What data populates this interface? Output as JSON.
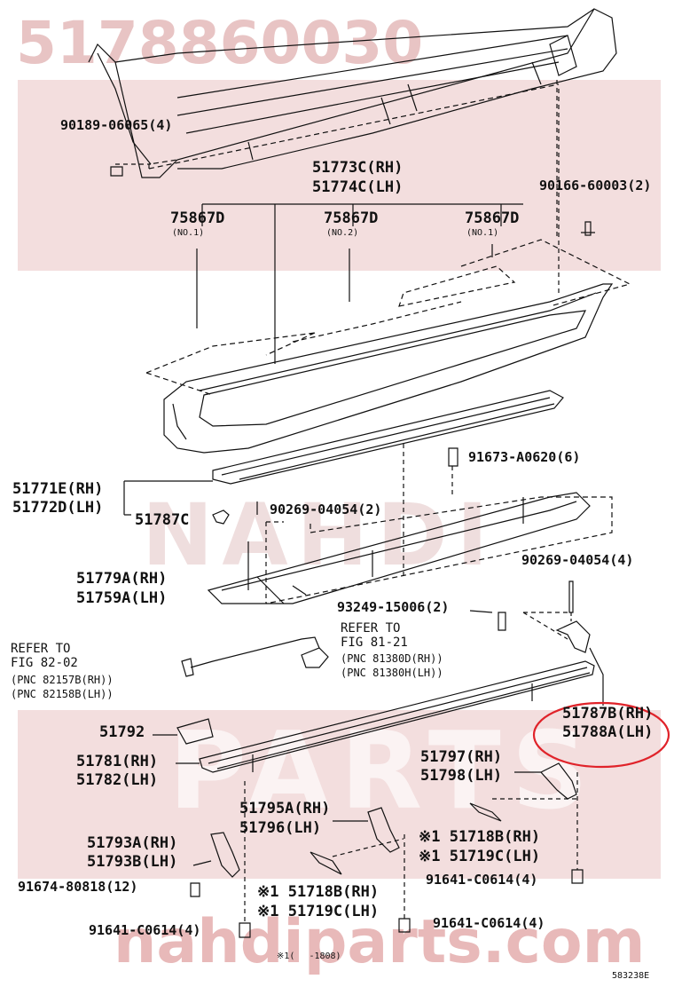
{
  "watermark": {
    "part_number": "5178860030",
    "brand_stripe": "NAHDI",
    "brand_bottom": "nahdiparts.com",
    "parts_word": "PARTS",
    "colors": {
      "watermark_red": "#e8c4c4",
      "highlight_red": "#e0232a",
      "line": "#111111"
    }
  },
  "labels": {
    "bolt_top_left": "90189-06065(4)",
    "bracket_rh": "51773C(RH)",
    "bracket_lh": "51774C(LH)",
    "bolt_top_right": "90166-60003(2)",
    "clip_1": "75867D",
    "clip_1_no": "(NO.1)",
    "clip_2": "75867D",
    "clip_2_no": "(NO.2)",
    "clip_3": "75867D",
    "clip_3_no": "(NO.1)",
    "bolt_mid_right": "91673-A0620(6)",
    "pad_rh": "51771E(RH)",
    "pad_lh": "51772D(LH)",
    "clip_51787c": "51787C",
    "screw_1": "90269-04054(2)",
    "screw_2": "90269-04054(4)",
    "step_rh": "51779A(RH)",
    "step_lh": "51759A(LH)",
    "bolt_93249": "93249-15006(2)",
    "refer_81_title": "REFER TO",
    "refer_81_fig": "FIG 81-21",
    "refer_81_pnc1": "(PNC 81380D(RH))",
    "refer_81_pnc2": "(PNC 81380H(LH))",
    "refer_82_title": "REFER TO",
    "refer_82_fig": "FIG 82-02",
    "refer_82_pnc1": "(PNC 82157B(RH))",
    "refer_82_pnc2": "(PNC 82158B(LH))",
    "bracket_b_rh": "51787B(RH)",
    "bracket_a_lh": "51788A(LH)",
    "part_51792": "51792",
    "rail_rh": "51781(RH)",
    "rail_lh": "51782(LH)",
    "stay_97_rh": "51797(RH)",
    "stay_98_lh": "51798(LH)",
    "stay_95_rh": "51795A(RH)",
    "stay_96_lh": "51796(LH)",
    "cover_18b_rh_right": "※1 51718B(RH)",
    "cover_19c_lh_right": "※1 51719C(LH)",
    "stay_93a_rh": "51793A(RH)",
    "stay_93b_lh": "51793B(LH)",
    "bolt_91674": "91674-80818(12)",
    "bolt_91641_right": "91641-C0614(4)",
    "cover_18b_rh_mid": "※1 51718B(RH)",
    "cover_19c_lh_mid": "※1 51719C(LH)",
    "bolt_91641_left": "91641-C0614(4)",
    "bolt_91641_mid": "91641-C0614(4)",
    "footnote": "※1(　 -1808)",
    "diagram_code": "583238E"
  }
}
